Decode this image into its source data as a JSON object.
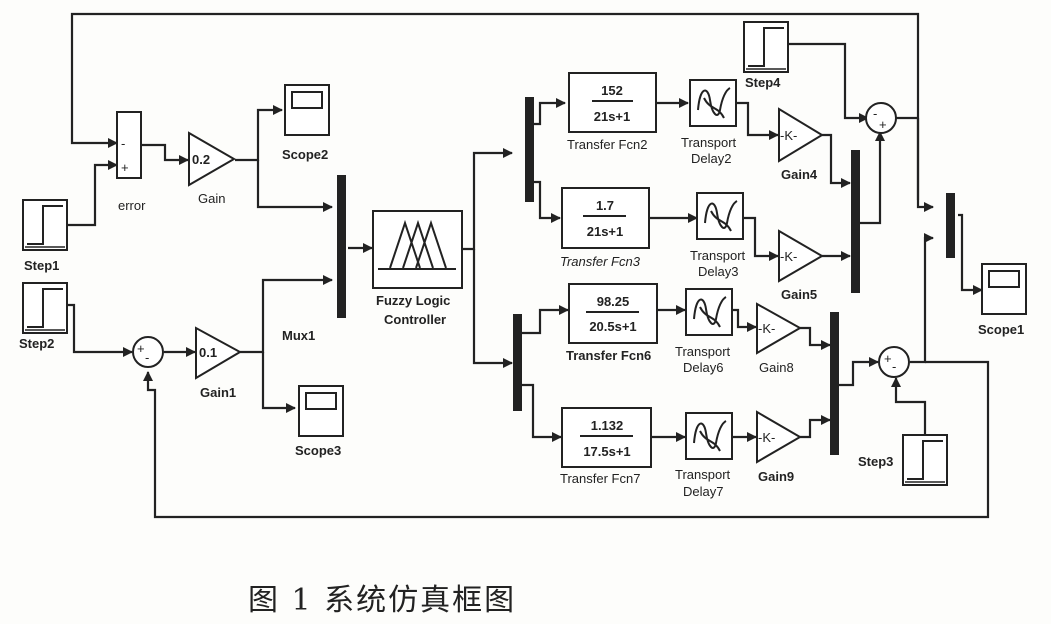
{
  "caption": "图 1 系统仿真框图",
  "blocks": {
    "step1": "Step1",
    "step2": "Step2",
    "step3": "Step3",
    "step4": "Step4",
    "error": "error",
    "error_signs": [
      "-",
      "+"
    ],
    "gain": {
      "label": "Gain",
      "value": "0.2"
    },
    "gain1": {
      "label": "Gain1",
      "value": "0.1"
    },
    "scope1": "Scope1",
    "scope2": "Scope2",
    "scope3": "Scope3",
    "mux1": "Mux1",
    "flc": [
      "Fuzzy Logic",
      "Controller"
    ],
    "tf2": {
      "label": "Transfer Fcn2",
      "num": "152",
      "den": "21s+1"
    },
    "tf3": {
      "label": "Transfer Fcn3",
      "num": "1.7",
      "den": "21s+1"
    },
    "tf6": {
      "label": "Transfer Fcn6",
      "num": "98.25",
      "den": "20.5s+1"
    },
    "tf7": {
      "label": "Transfer Fcn7",
      "num": "1.132",
      "den": "17.5s+1"
    },
    "td2": [
      "Transport",
      "Delay2"
    ],
    "td3": [
      "Transport",
      "Delay3"
    ],
    "td6": [
      "Transport",
      "Delay6"
    ],
    "td7": [
      "Transport",
      "Delay7"
    ],
    "gain4": {
      "label": "Gain4",
      "value": "-K-"
    },
    "gain5": {
      "label": "Gain5",
      "value": "-K-"
    },
    "gain8": {
      "label": "Gain8",
      "value": "-K-"
    },
    "gain9": {
      "label": "Gain9",
      "value": "-K-"
    },
    "sum_top_signs": [
      "-",
      "+"
    ],
    "sum_left_signs": [
      "+",
      "-"
    ],
    "sum_bot_signs": [
      "+",
      "-"
    ]
  }
}
